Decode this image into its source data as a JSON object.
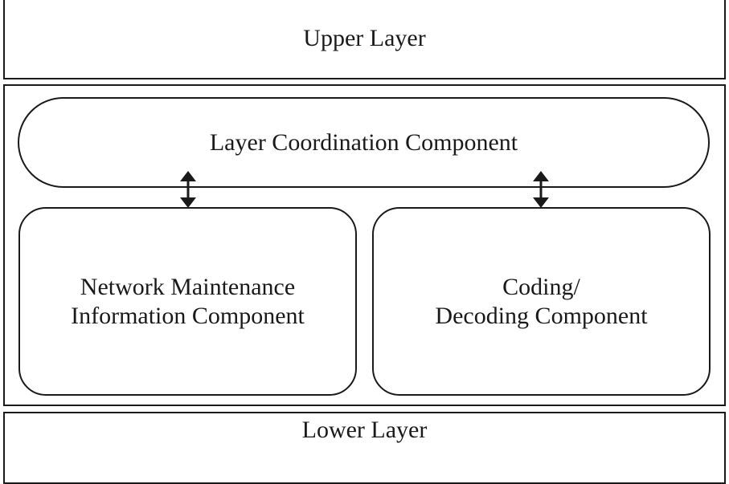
{
  "upper_layer": {
    "label": "Upper Layer"
  },
  "lower_layer": {
    "label": "Lower Layer"
  },
  "coordination": {
    "label": "Layer Coordination Component"
  },
  "network_maintenance": {
    "line1": "Network Maintenance",
    "line2": "Information Component"
  },
  "coding": {
    "line1": "Coding/",
    "line2": "Decoding Component"
  },
  "colors": {
    "stroke": "#1a1a1a",
    "background": "#ffffff"
  }
}
